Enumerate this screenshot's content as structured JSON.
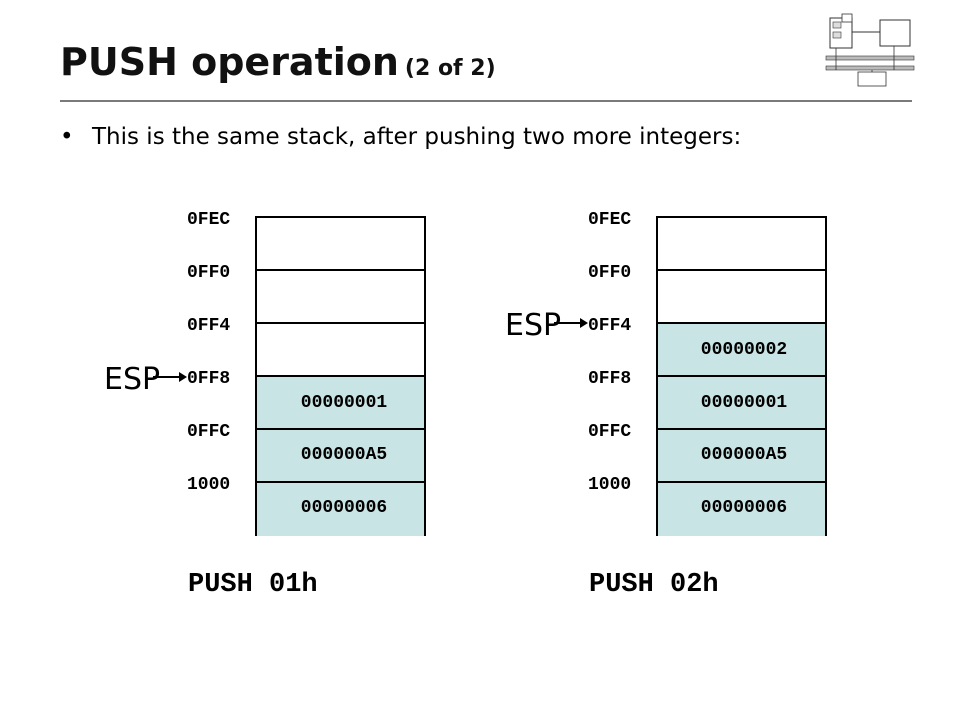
{
  "header": {
    "title": "PUSH operation",
    "subtitle": "(2 of 2)"
  },
  "bullet": {
    "text": "This is the same stack, after pushing two more integers:"
  },
  "addresses": [
    "0FEC",
    "0FF0",
    "0FF4",
    "0FF8",
    "0FFC",
    "1000"
  ],
  "stacks": [
    {
      "cells": [
        "",
        "",
        "",
        "00000001",
        "000000A5",
        "00000006"
      ],
      "esp_label": "ESP",
      "esp_at": "0FF8",
      "caption": "PUSH 01h"
    },
    {
      "cells": [
        "",
        "",
        "00000002",
        "00000001",
        "000000A5",
        "00000006"
      ],
      "esp_label": "ESP",
      "esp_at": "0FF4",
      "caption": "PUSH 02h"
    }
  ],
  "colors": {
    "filled_cell": "#c8e4e4",
    "rule": "#7a7a7a"
  }
}
